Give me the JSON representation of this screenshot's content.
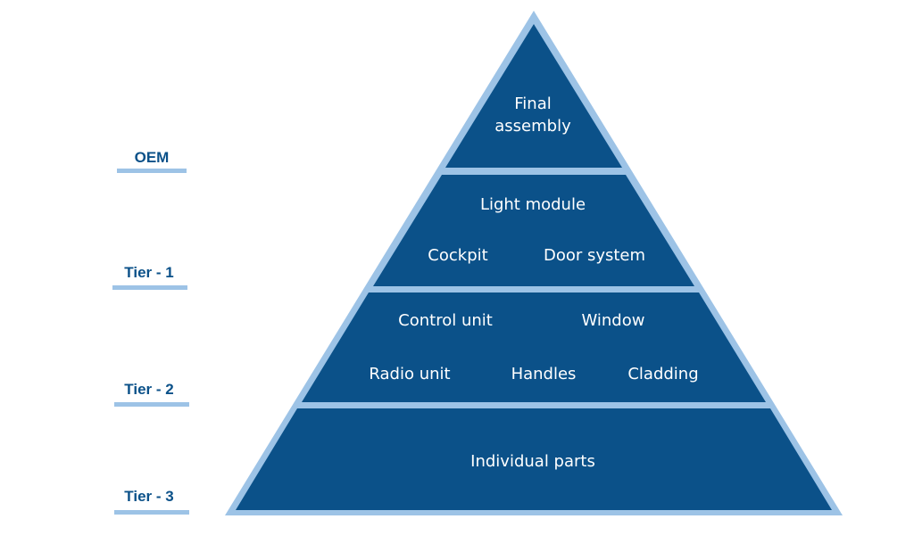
{
  "colors": {
    "fill": "#0B5189",
    "border": "#9DC3E6",
    "label": "#0B5189",
    "text": "#FFFFFF"
  },
  "tiers": [
    {
      "label": "OEM"
    },
    {
      "label": "Tier - 1"
    },
    {
      "label": "Tier - 2"
    },
    {
      "label": "Tier - 3"
    }
  ],
  "levels": {
    "oem": {
      "line1": "Final",
      "line2": "assembly"
    },
    "tier1": {
      "top": "Light module",
      "left": "Cockpit",
      "right": "Door system"
    },
    "tier2": {
      "top_left": "Control unit",
      "top_right": "Window",
      "bottom_left": "Radio unit",
      "bottom_center": "Handles",
      "bottom_right": "Cladding"
    },
    "tier3": {
      "label": "Individual parts"
    }
  }
}
